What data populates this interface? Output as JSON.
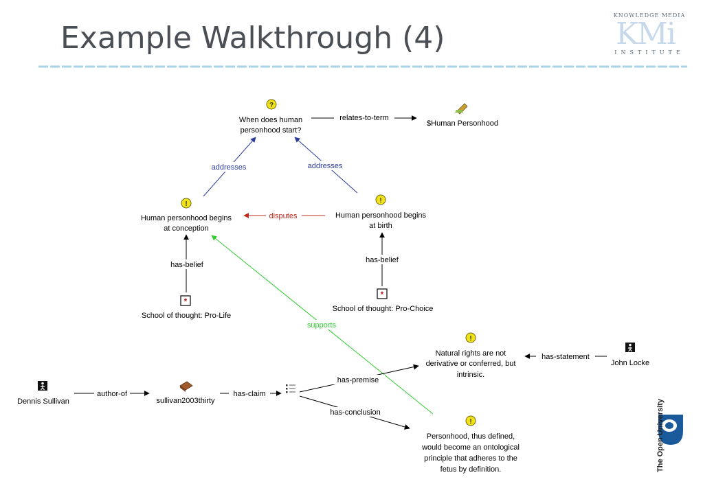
{
  "slide": {
    "title": "Example Walkthrough (4)"
  },
  "logo": {
    "top_text": "KNOWLEDGE MEDIA",
    "big_text": "KMi",
    "bottom_text": "INSTITUTE"
  },
  "university": {
    "name": "The Open University"
  },
  "colors": {
    "title": "#4a4f55",
    "rule": "#a9d3e6",
    "addresses": "#2a3a9a",
    "disputes": "#c0281c",
    "supports": "#33cc33",
    "default_link": "#000000"
  },
  "nodes": {
    "question": {
      "icon": "question-icon",
      "lines": [
        "When does human",
        "personhood start?"
      ]
    },
    "term": {
      "icon": "pencil-icon",
      "lines": [
        "$Human Personhood"
      ]
    },
    "conception": {
      "icon": "exclamation-icon",
      "lines": [
        "Human personhood begins",
        "at conception"
      ]
    },
    "birth": {
      "icon": "exclamation-icon",
      "lines": [
        "Human personhood begins",
        "at birth"
      ]
    },
    "prolife": {
      "icon": "school-icon",
      "lines": [
        "School of thought: Pro-Life"
      ]
    },
    "prochoice": {
      "icon": "school-icon",
      "lines": [
        "School of thought: Pro-Choice"
      ]
    },
    "natural": {
      "icon": "exclamation-icon",
      "lines": [
        "Natural rights are not",
        "derivative or conferred, but",
        "intrinsic."
      ]
    },
    "locke": {
      "icon": "person-icon",
      "lines": [
        "John Locke"
      ]
    },
    "sullivan": {
      "icon": "person-icon",
      "lines": [
        "Dennis Sullivan"
      ]
    },
    "pub": {
      "icon": "book-icon",
      "lines": [
        "sullivan2003thirty"
      ]
    },
    "argument": {
      "icon": "list-icon",
      "lines": []
    },
    "conclusion": {
      "icon": "exclamation-icon",
      "lines": [
        "Personhood, thus defined,",
        "would become an ontological",
        "principle that adheres to the",
        "fetus by definition."
      ]
    }
  },
  "links": {
    "relates_to_term": "relates-to-term",
    "addresses_left": "addresses",
    "addresses_right": "addresses",
    "disputes": "disputes",
    "has_belief_left": "has-belief",
    "has_belief_right": "has-belief",
    "supports": "supports",
    "has_statement": "has-statement",
    "author_of": "author-of",
    "has_claim": "has-claim",
    "has_premise": "has-premise",
    "has_conclusion": "has-conclusion"
  }
}
